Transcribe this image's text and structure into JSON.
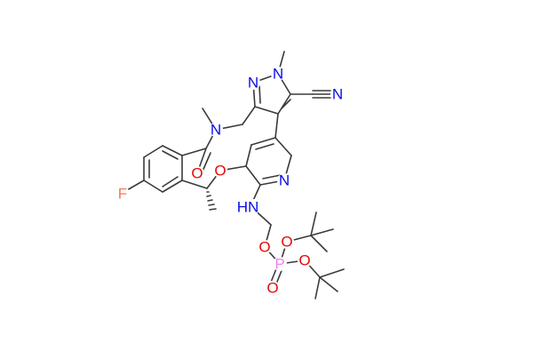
{
  "colors": {
    "N": "#0a0ae6",
    "O": "#e60a0a",
    "F": "#f47a4f",
    "P": "#f27ef2",
    "bond": "#3a3a3a"
  },
  "atoms": {
    "n_pyrazole_methyl": "N",
    "n_pyrazole": "N",
    "n_nitrile": "N",
    "n_amide": "N",
    "o_carbonyl": "O",
    "o_ether": "O",
    "n_pyridine": "N",
    "nh_amine": "HN",
    "f_fluoro": "F",
    "o_methoxy": "O",
    "o_tbu_1": "O",
    "o_tbu_2": "O",
    "p_phosphate": "P",
    "o_phosphoryl": "O"
  }
}
